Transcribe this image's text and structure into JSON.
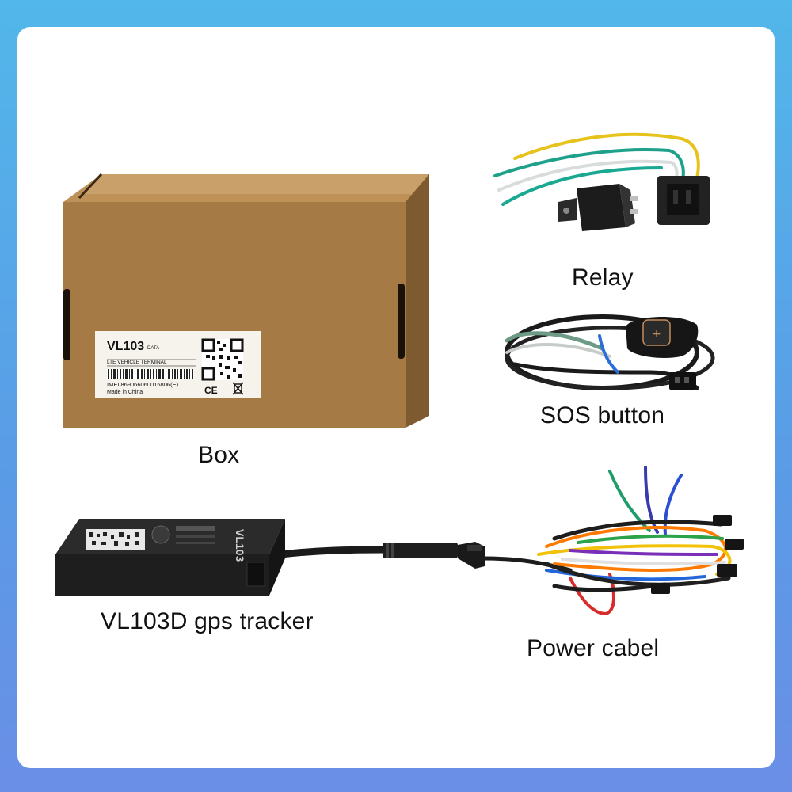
{
  "labels": {
    "box": "Box",
    "relay": "Relay",
    "sos": "SOS button",
    "tracker": "VL103D gps tracker",
    "power": "Power cabel"
  },
  "box_label": {
    "model": "VL103",
    "model_suffix": "DATA",
    "type": "LTE VEHICLE TERMINAL",
    "imei": "IMEI:869066060016806(E)",
    "origin": "Made in China",
    "cert": "CE"
  },
  "tracker_label": {
    "model": "VL103"
  },
  "colors": {
    "box_front": "#a57a45",
    "box_top": "#b98c52",
    "box_side": "#7e5a30",
    "device": "#1e1e1e",
    "background_top": "#52b7ea",
    "background_bottom": "#6a8fe6"
  }
}
